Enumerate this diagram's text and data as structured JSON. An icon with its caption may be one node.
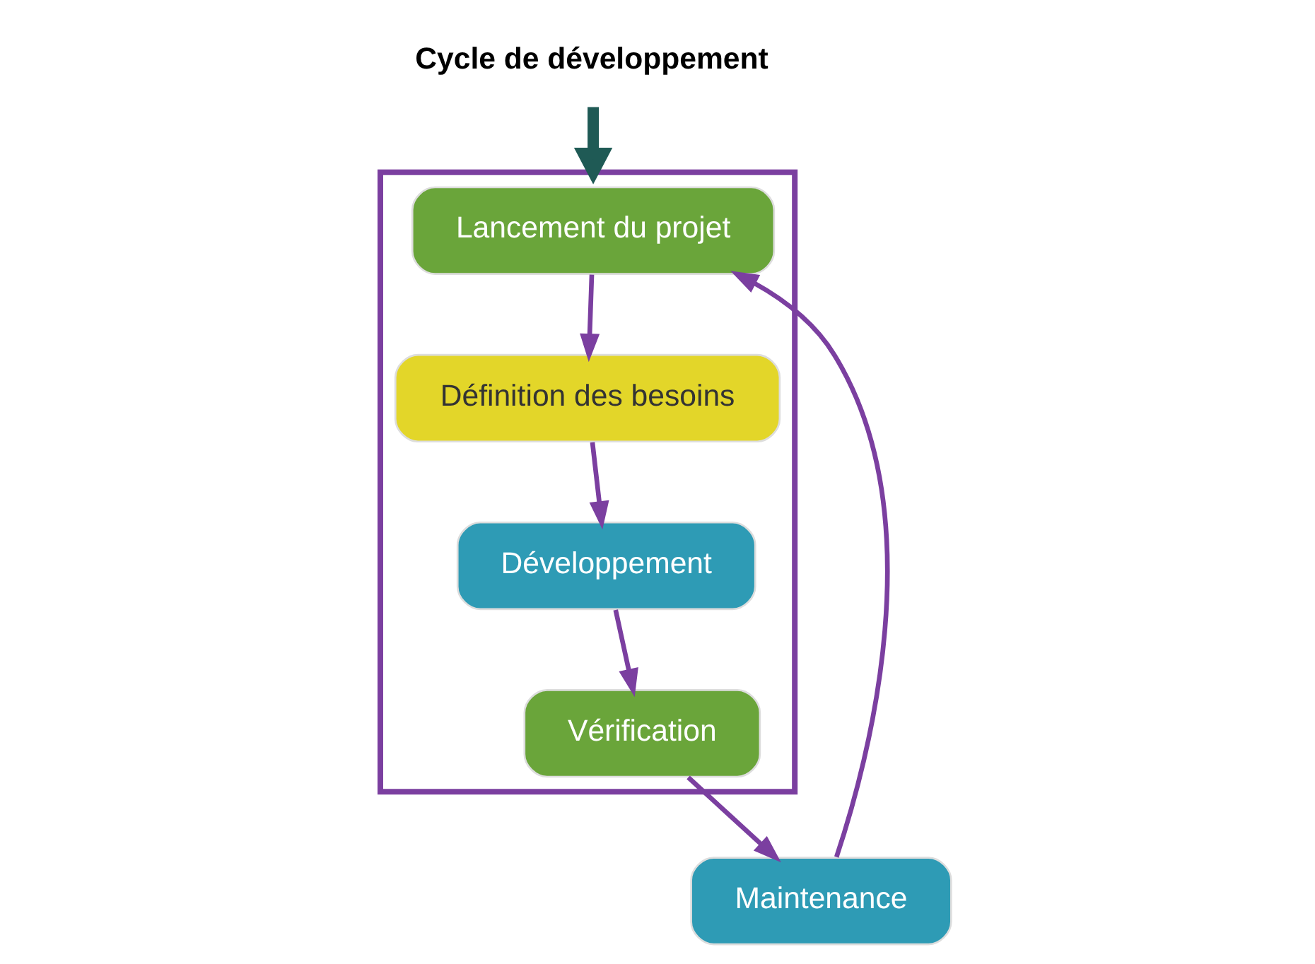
{
  "diagram": {
    "nodes": [
      {
        "text": [
          "Cycle de développement"
        ]
      },
      {
        "text": [],
        "shape": "box"
      },
      {
        "text": [
          "Lancement du projet"
        ],
        "in": 1
      },
      {
        "text": [
          "Maintenance"
        ]
      },
      {
        "text": [
          "Définition des besoins"
        ],
        "in": 1
      },
      {
        "text": [
          "Vérification"
        ],
        "in": 1
      },
      {
        "text": [
          "Développement"
        ],
        "in": 1
      }
    ],
    "edges": [
      {
        "from": 0,
        "to": 1,
        "arrow": "to",
        "style": "thick",
        "color": "#1f5a55"
      },
      {
        "from": 3,
        "to": 2,
        "arrow": "to"
      },
      {
        "from": 2,
        "to": 4,
        "arrow": "to"
      },
      {
        "from": 4,
        "to": 6,
        "arrow": "to"
      },
      {
        "from": 6,
        "to": 5,
        "arrow": "to"
      },
      {
        "from": 5,
        "to": 3,
        "arrow": "to"
      }
    ]
  }
}
